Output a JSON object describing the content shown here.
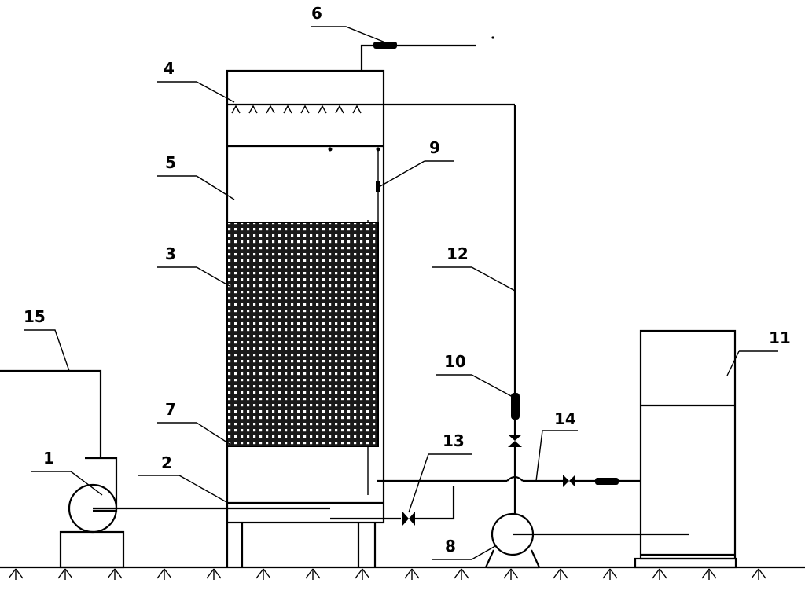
{
  "diagram": {
    "labels": {
      "l1": "1",
      "l2": "2",
      "l3": "3",
      "l4": "4",
      "l5": "5",
      "l6": "6",
      "l7": "7",
      "l8": "8",
      "l9": "9",
      "l10": "10",
      "l11": "11",
      "l12": "12",
      "l13": "13",
      "l14": "14",
      "l15": "15"
    },
    "colors": {
      "ink": "#000000",
      "background": "#ffffff"
    }
  }
}
